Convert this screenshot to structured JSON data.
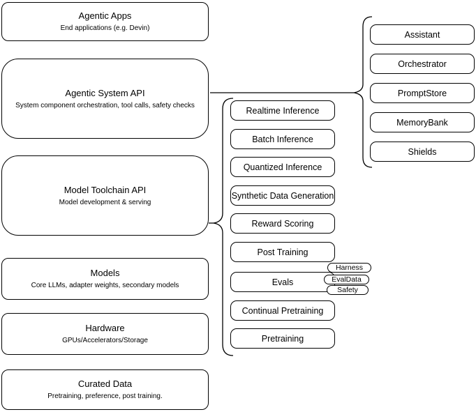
{
  "diagram": {
    "left_column": [
      {
        "title": "Agentic Apps",
        "subtitle": "End applications (e.g. Devin)"
      },
      {
        "title": "Agentic System API",
        "subtitle": "System component orchestration, tool calls, safety checks"
      },
      {
        "title": "Model Toolchain API",
        "subtitle": "Model development & serving"
      },
      {
        "title": "Models",
        "subtitle": "Core LLMs, adapter weights, secondary models"
      },
      {
        "title": "Hardware",
        "subtitle": "GPUs/Accelerators/Storage"
      },
      {
        "title": "Curated Data",
        "subtitle": "Pretraining, preference, post training."
      }
    ],
    "toolchain_components": [
      "Realtime Inference",
      "Batch Inference",
      "Quantized Inference",
      "Synthetic Data Generation",
      "Reward Scoring",
      "Post Training",
      "Evals",
      "Continual Pretraining",
      "Pretraining"
    ],
    "evals_tags": [
      "Harness",
      "EvalData",
      "Safety"
    ],
    "system_components": [
      "Assistant",
      "Orchestrator",
      "PromptStore",
      "MemoryBank",
      "Shields"
    ],
    "colors": {
      "border": "#000000",
      "background": "#ffffff",
      "text": "#000000"
    }
  }
}
